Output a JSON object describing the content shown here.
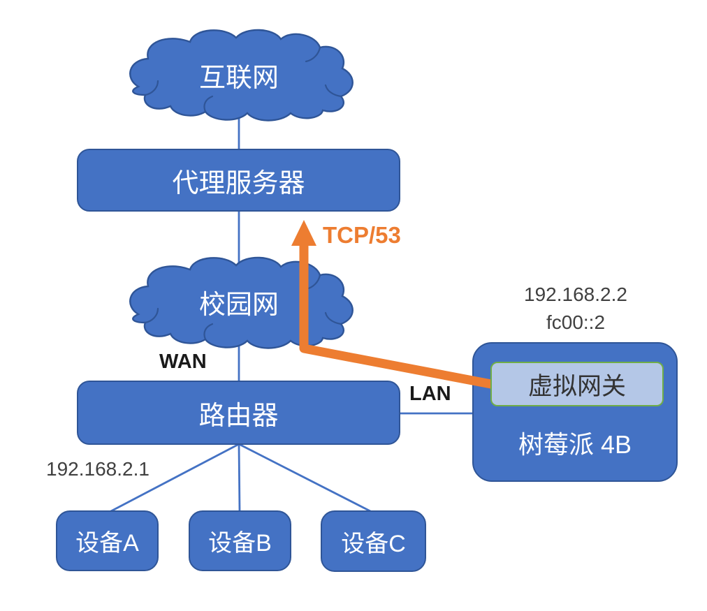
{
  "diagram_title": "home-network-virtual-gateway-topology",
  "colors": {
    "node_fill": "#4472C4",
    "node_border": "#2F5597",
    "connector_blue": "#4472C4",
    "gateway_fill": "#B4C7E7",
    "gateway_border": "#70AD47",
    "arrow_orange": "#ED7D31",
    "node_text": "#FFFFFF",
    "label_text": "#404040"
  },
  "nodes": {
    "internet_cloud": {
      "label": "互联网",
      "shape": "cloud"
    },
    "proxy_server": {
      "label": "代理服务器",
      "shape": "rounded-rect"
    },
    "campus_cloud": {
      "label": "校园网",
      "shape": "cloud"
    },
    "router": {
      "label": "路由器",
      "shape": "rounded-rect"
    },
    "raspberry_pi": {
      "label": "树莓派 4B",
      "shape": "rounded-rect"
    },
    "virtual_gateway": {
      "label": "虚拟网关",
      "shape": "rounded-rect"
    },
    "device_a": {
      "label": "设备A",
      "shape": "rounded-rect"
    },
    "device_b": {
      "label": "设备B",
      "shape": "rounded-rect"
    },
    "device_c": {
      "label": "设备C",
      "shape": "rounded-rect"
    }
  },
  "labels": {
    "wan": "WAN",
    "lan": "LAN",
    "tunnel_protocol": "TCP/53",
    "router_lan_ip": "192.168.2.1",
    "pi_ipv4": "192.168.2.2",
    "pi_ipv6": "fc00::2"
  },
  "edges": [
    {
      "from": "internet_cloud",
      "to": "proxy_server"
    },
    {
      "from": "proxy_server",
      "to": "campus_cloud"
    },
    {
      "from": "campus_cloud",
      "to": "router",
      "label": "WAN"
    },
    {
      "from": "router",
      "to": "raspberry_pi",
      "label": "LAN"
    },
    {
      "from": "router",
      "to": "device_a"
    },
    {
      "from": "router",
      "to": "device_b"
    },
    {
      "from": "router",
      "to": "device_c"
    },
    {
      "from": "virtual_gateway",
      "to": "proxy_server",
      "label": "TCP/53",
      "style": "orange-arrow"
    }
  ]
}
